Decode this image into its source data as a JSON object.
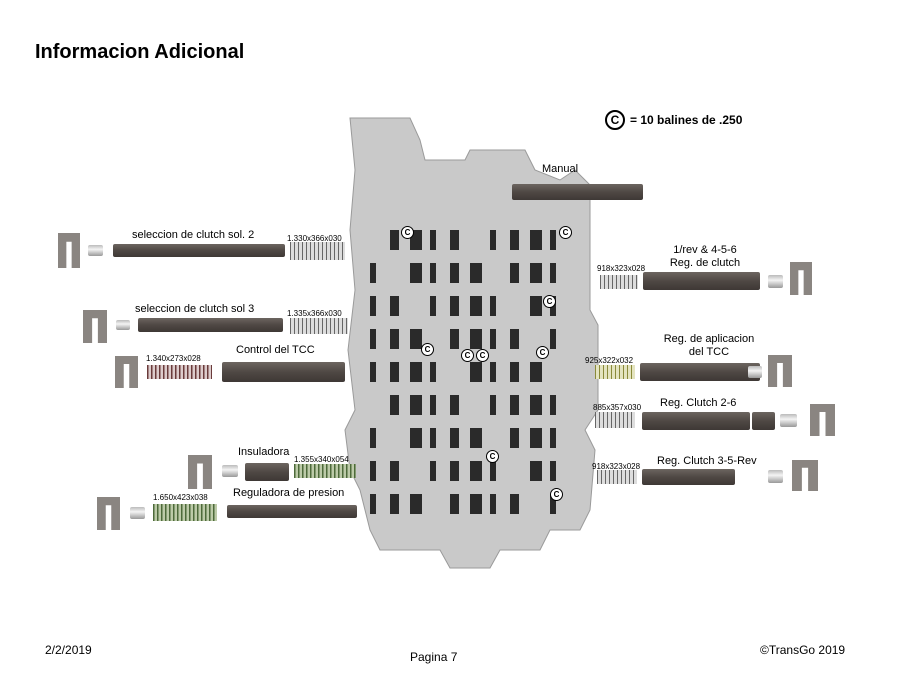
{
  "title": "Informacion Adicional",
  "legend": {
    "symbol": "C",
    "text": "= 10 balines de .250"
  },
  "labels": {
    "manual": "Manual",
    "sol2": "seleccion de clutch sol. 2",
    "sol2_spring": "1.330x366x030",
    "sol3": "seleccion de clutch sol 3",
    "sol3_spring": "1.335x366x030",
    "tcc_control": "Control del TCC",
    "tcc_control_spring": "1.340x273x028",
    "insuladora": "Insuladora",
    "insuladora_spring": "1.355x340x054",
    "presion": "Reguladora de presion",
    "presion_spring": "1.650x423x038",
    "rev456_line1": "1/rev & 4-5-6",
    "rev456_line2": "Reg. de clutch",
    "rev456_spring": "918x323x028",
    "tcc_apply_line1": "Reg. de aplicacion",
    "tcc_apply_line2": "del TCC",
    "tcc_apply_spring": "925x322x032",
    "clutch26": "Reg. Clutch 2-6",
    "clutch26_spring": "885x357x030",
    "clutch35r": "Reg. Clutch 3-5-Rev",
    "clutch35r_spring": "918x323x028"
  },
  "footer": {
    "date": "2/2/2019",
    "page": "Pagina 7",
    "copyright": "©TransGo 2019"
  }
}
